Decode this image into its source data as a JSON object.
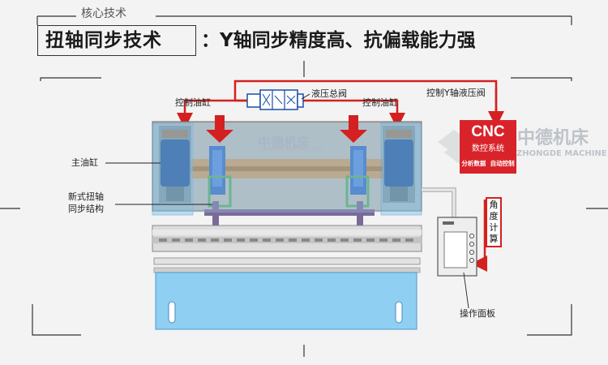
{
  "header": {
    "section_label": "核心技术",
    "title_main": "扭轴同步技术",
    "title_sub": "：Y轴同步精度高、抗偏载能力强"
  },
  "labels": {
    "valve": "液压总阀",
    "cylinder_left": "控制油缸",
    "cylinder_right": "控制油缸",
    "y_valve": "控制Y轴液压阀",
    "main_cylinder": "主油缸",
    "torsion_line1": "新式扭轴",
    "torsion_line2": "同步结构",
    "panel": "操作面板"
  },
  "cnc": {
    "brand": "CNC",
    "subtitle": "数控系统",
    "features": "分析数据  自动控制"
  },
  "angle_calc": [
    "角",
    "度",
    "计",
    "算"
  ],
  "watermark": {
    "cn": "中德机床",
    "en": "ZHONGDE MACHINE TOOL",
    "cn_large": "中德机床",
    "en_large": "ZHONGDE MACHINE TOOL"
  },
  "colors": {
    "arrow_red": "#d42020",
    "overlay_blue": "#7fc4ee",
    "cnc_red": "#d9232a"
  }
}
